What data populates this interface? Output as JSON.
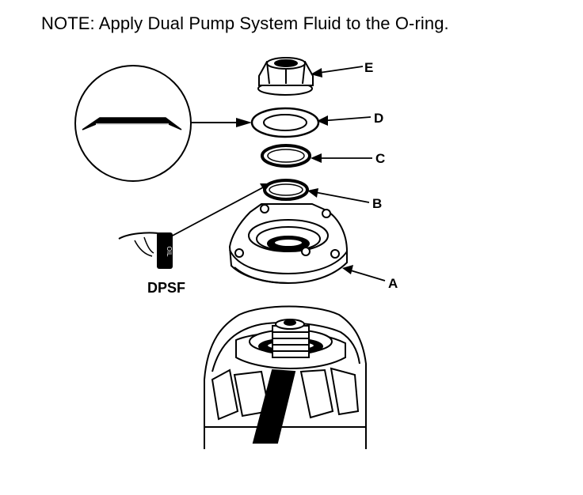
{
  "note": "NOTE: Apply Dual Pump System Fluid to the O-ring.",
  "labels": {
    "a": "A",
    "b": "B",
    "c": "C",
    "d": "D",
    "e": "E"
  },
  "dpsf_label": "DPSF",
  "bottle_label": "OIL",
  "colors": {
    "ink": "#000000",
    "paper": "#ffffff"
  }
}
